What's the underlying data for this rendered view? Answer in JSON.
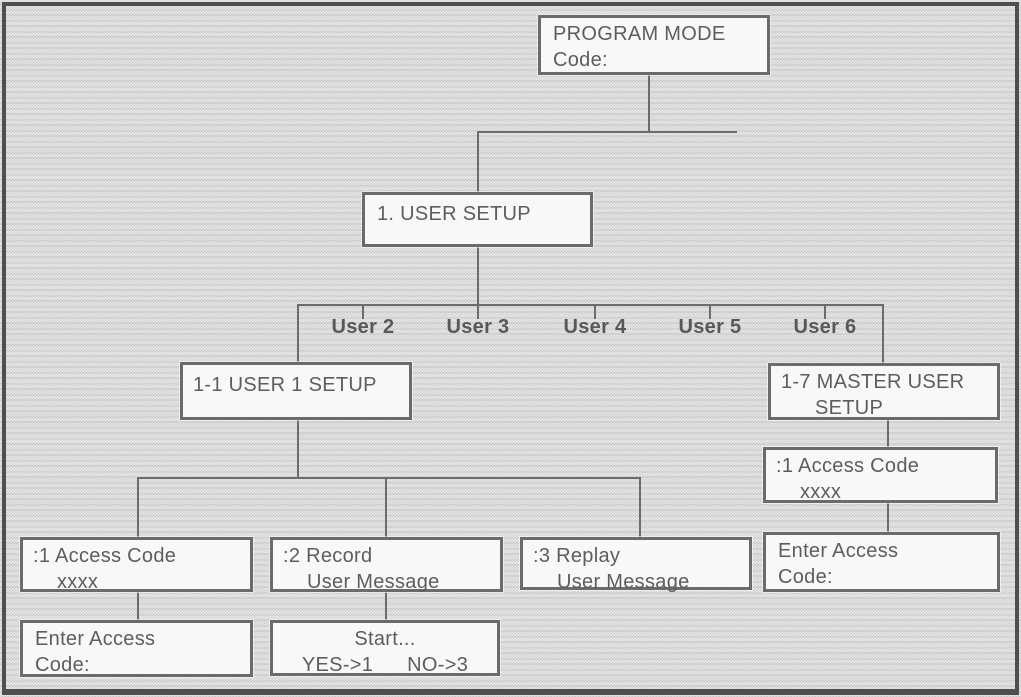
{
  "diagram": {
    "nodes": {
      "program_mode": {
        "line1": "PROGRAM MODE",
        "line2": "Code:"
      },
      "user_setup": {
        "line1": "1. USER SETUP"
      },
      "user1_setup": {
        "line1": "1-1 USER 1 SETUP"
      },
      "master_setup": {
        "line1": "1-7 MASTER USER",
        "line2": "SETUP"
      },
      "access_code_left": {
        "line1": ":1 Access Code",
        "line2": "xxxx"
      },
      "record_message": {
        "line1": ":2 Record",
        "line2": "User Message"
      },
      "replay_message": {
        "line1": ":3 Replay",
        "line2": "User Message"
      },
      "enter_access_left": {
        "line1": "Enter Access",
        "line2": "Code:"
      },
      "start_prompt": {
        "line1": "Start...",
        "yes": "YES->1",
        "no": "NO->3"
      },
      "access_code_right": {
        "line1": ":1 Access Code",
        "line2": "xxxx"
      },
      "enter_access_right": {
        "line1": "Enter Access",
        "line2": "Code:"
      }
    },
    "users": [
      "User 2",
      "User 3",
      "User 4",
      "User 5",
      "User 6"
    ],
    "colors": {
      "background": "#dadada",
      "box_fill": "#f8f8f8",
      "box_border": "#6b6b6b",
      "line": "#6c6c6c",
      "text": "#5d5d5d",
      "frame": "#4f4f4f"
    }
  }
}
